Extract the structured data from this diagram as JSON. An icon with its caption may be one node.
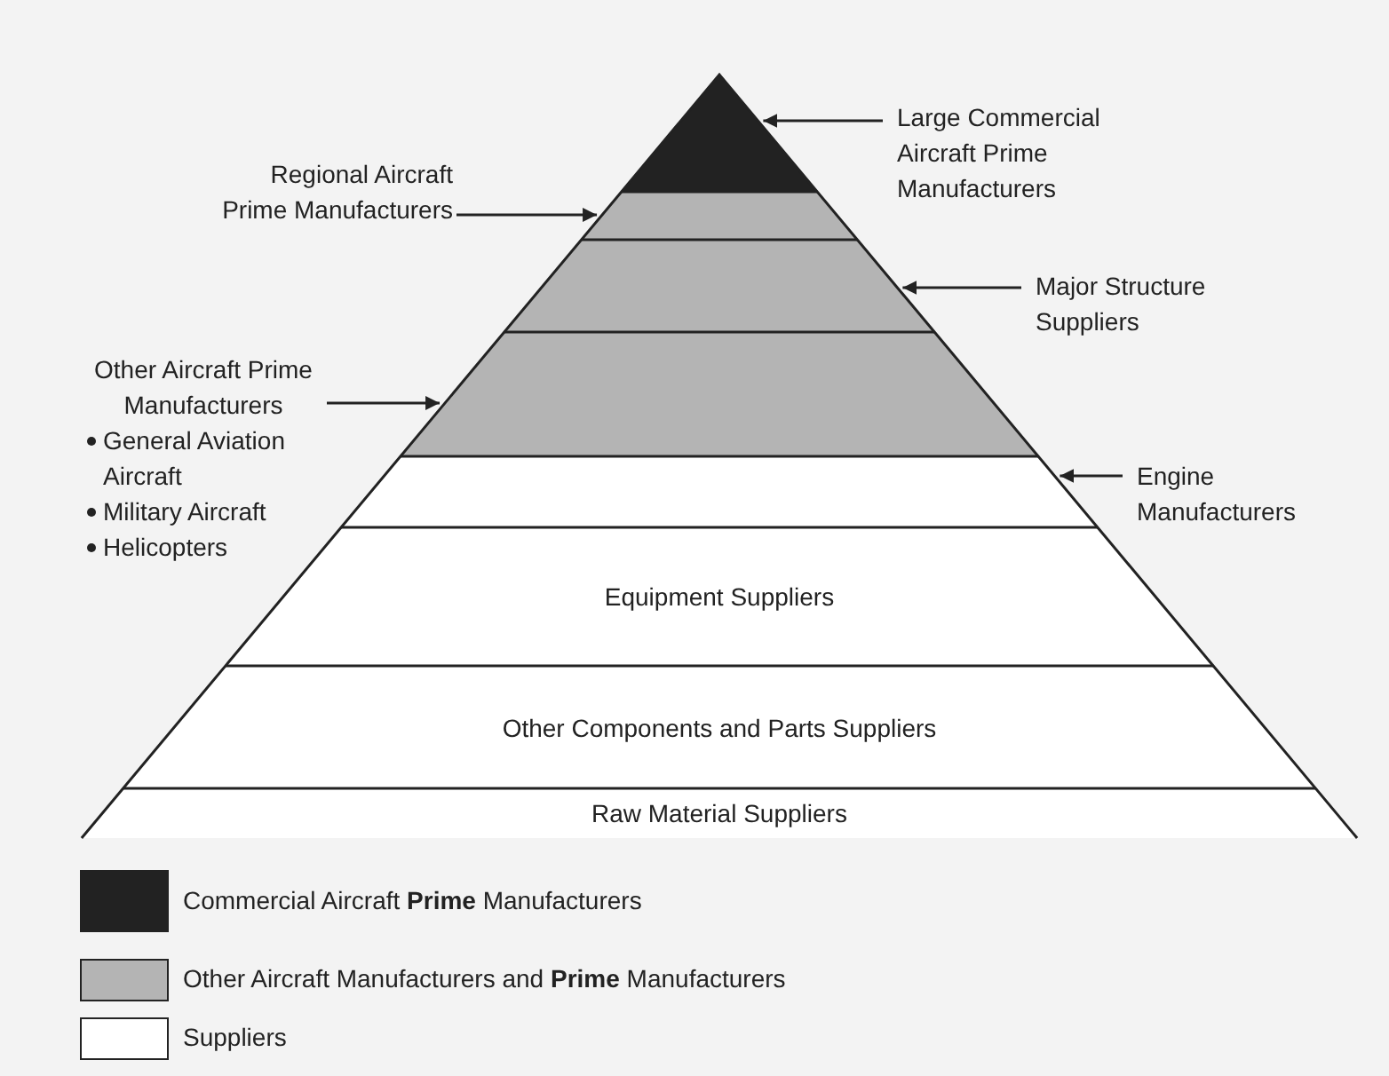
{
  "diagram": {
    "nodes": [
      {
        "text": [],
        "shape": "band"
      },
      {
        "text": [],
        "shape": "band"
      },
      {
        "text": [],
        "shape": "band"
      },
      {
        "text": [],
        "shape": "band"
      },
      {
        "text": [],
        "shape": "band"
      },
      {
        "text": [
          "Equipment Suppliers"
        ]
      },
      {
        "text": [
          "Other Components and Parts Suppliers"
        ]
      },
      {
        "text": [
          "Raw Material Suppliers"
        ]
      },
      {
        "text": [
          "Large Commercial Aircraft Prime Manufacturers"
        ]
      },
      {
        "text": [
          "Regional Aircraft Prime Manufacturers"
        ]
      },
      {
        "text": [
          "Major Structure Suppliers"
        ]
      },
      {
        "text": [
          "Other Aircraft Prime Manufacturers",
          "General Aviation Aircraft",
          "Military Aircraft",
          "Helicopters"
        ]
      },
      {
        "text": [
          "Engine Manufacturers"
        ]
      }
    ],
    "edges": [
      {
        "from": 8,
        "to": 0,
        "arrow": "to"
      },
      {
        "from": 9,
        "to": 1,
        "arrow": "to"
      },
      {
        "from": 10,
        "to": 2,
        "arrow": "to"
      },
      {
        "from": 11,
        "to": 3,
        "arrow": "to"
      },
      {
        "from": 12,
        "to": 4,
        "arrow": "to"
      }
    ],
    "legend": [
      {
        "text": "Commercial Aircraft **Prime** Manufacturers",
        "color": "#222222"
      },
      {
        "text": "Other Aircraft Manufacturers and **Prime** Manufacturers",
        "color": "#b4b4b4"
      },
      {
        "text": "Suppliers",
        "color": "#ffffff"
      }
    ]
  }
}
